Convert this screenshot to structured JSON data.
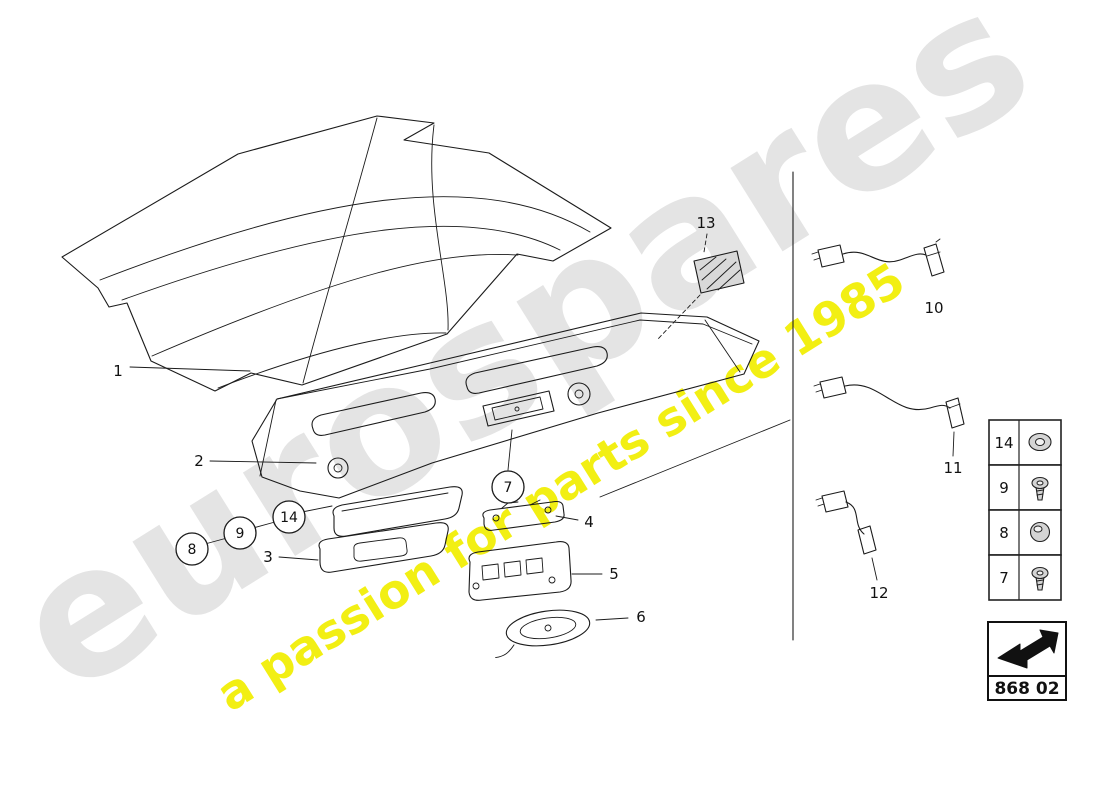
{
  "watermark": {
    "brand": "eurospares",
    "tagline": "a passion for parts since 1985",
    "brand_color": "#e4e4e4",
    "tagline_color": "#f1ee00"
  },
  "callouts": {
    "c1": "1",
    "c2": "2",
    "c3": "3",
    "c4": "4",
    "c5": "5",
    "c6": "6",
    "c7": "7",
    "c8": "8",
    "c9": "9",
    "c10": "10",
    "c11": "11",
    "c12": "12",
    "c13": "13",
    "c14": "14"
  },
  "legend": {
    "rows": [
      {
        "num": "14",
        "icon": "washer-icon"
      },
      {
        "num": "9",
        "icon": "screw-icon"
      },
      {
        "num": "8",
        "icon": "grommet-icon"
      },
      {
        "num": "7",
        "icon": "screw-icon"
      }
    ],
    "part_group_code": "868 02"
  }
}
